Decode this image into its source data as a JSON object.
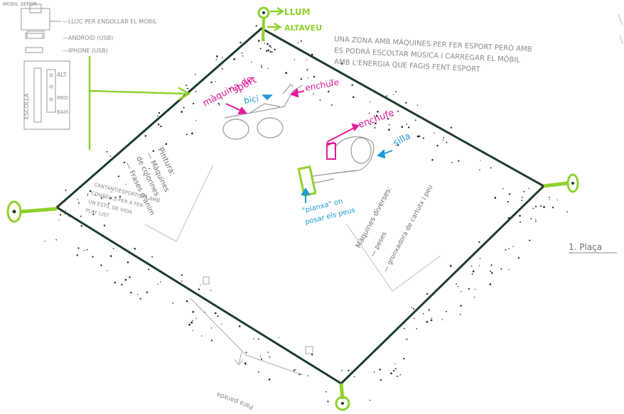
{
  "header_scrawl": "MOBIL  3EPOR",
  "legend": {
    "device_label": "—LLOC PER ENDOLLAR EL MÒBIL",
    "connector_1": "—ANDROID (USB)",
    "connector_2": "—IPHONE (USB)",
    "panel_side": "ESCOLLA",
    "panel_alt": "ALT",
    "panel_med": "MED",
    "panel_baix": "BAIX"
  },
  "top_labels": {
    "llum": "LLUM",
    "altaveu": "ALTAVEU"
  },
  "description": [
    "UNA ZONA AMB MÀQUINES PER FER ESPORT PERÒ AMB",
    "ES PODRÀ ESCOLTAR MÚSICA I CARREGAR EL MÒBIL",
    "AMB L'ENERGIA QUE FAGIS FENT ESPORT"
  ],
  "annotations": {
    "maquina_line1": "màquina de",
    "maquina_line2": "sport",
    "bici": "bici",
    "enchufe_1": "enchufe",
    "enchufe_2": "enchufe",
    "silla": "silla",
    "planxa_line1": "\"planxa\" on",
    "planxa_line2": "posar els peus"
  },
  "notes_left": [
    "Pintura:",
    "— Màquines",
    "   de colorines",
    "— Frases d'ànim"
  ],
  "notes_left_small": [
    "CANTANT/ESPORTISTA AMB",
    "CONSELLS PER A FER",
    "UN ESTIL DE VIDA",
    "PLAY LIST"
  ],
  "notes_right": [
    "Màquines diverses:",
    "— peses",
    "— gronxadora de cartutx i peu"
  ],
  "plaza_label": "1. Plaça",
  "bottom_label": "Para parada",
  "colors": {
    "outline": "#1f3a2a",
    "magenta": "#e5199a",
    "blue": "#1e9ad6",
    "green": "#8fd12c",
    "pencil": "#8a8a8a"
  }
}
